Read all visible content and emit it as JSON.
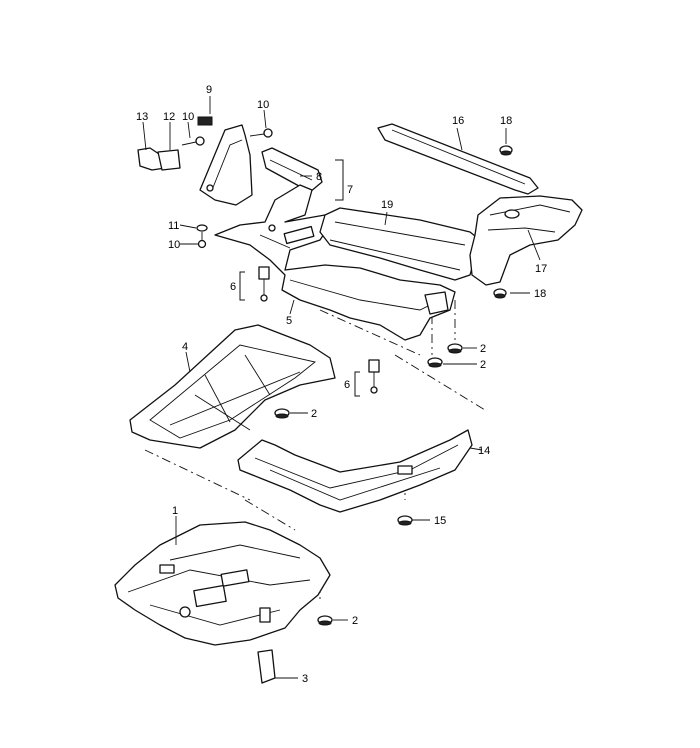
{
  "callouts": {
    "c1": "1",
    "c2a": "2",
    "c2b": "2",
    "c2c": "2",
    "c2d": "2",
    "c3": "3",
    "c4": "4",
    "c5": "5",
    "c6a": "6",
    "c6b": "6",
    "c7": "7",
    "c8": "8",
    "c9": "9",
    "c10a": "10",
    "c10b": "10",
    "c10c": "10",
    "c11": "11",
    "c12": "12",
    "c13": "13",
    "c14": "14",
    "c15": "15",
    "c16": "16",
    "c17": "17",
    "c18a": "18",
    "c18b": "18",
    "c19": "19"
  },
  "colors": {
    "line": "#111111",
    "background": "#ffffff"
  }
}
